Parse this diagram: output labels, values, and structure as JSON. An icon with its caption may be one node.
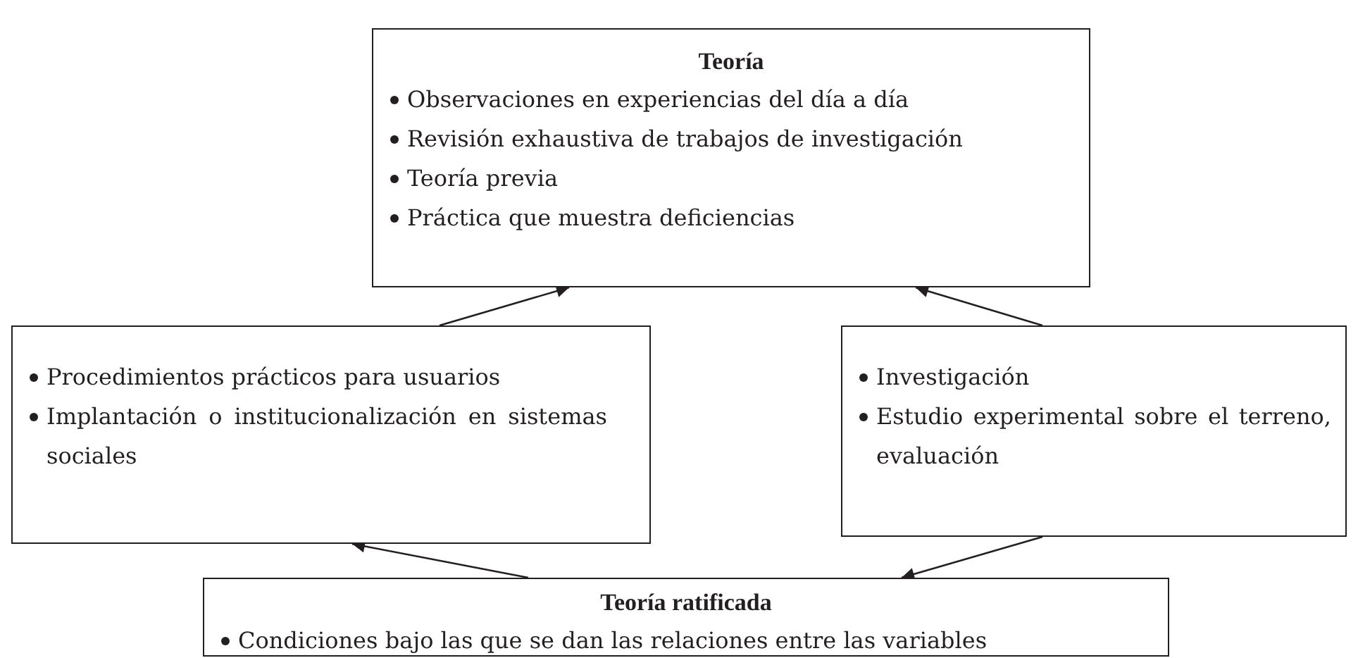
{
  "diagram": {
    "nodes": [
      {
        "text": [
          "Teoría",
          "Observaciones en experiencias del día a día",
          "Revisión exhaustiva de trabajos de investigación",
          "Teoría previa",
          "Práctica que muestra deficiencias"
        ]
      },
      {
        "text": [
          "Procedimientos prácticos para usuarios",
          "Implantación o institucionalización en sistemas sociales"
        ]
      },
      {
        "text": [
          "Investigación",
          "Estudio experimental sobre el terreno, evaluación"
        ]
      },
      {
        "text": [
          "Teoría ratificada",
          "Condiciones bajo las que se dan las relaciones entre las variables"
        ]
      }
    ],
    "edges": [
      {
        "from": 1,
        "to": 0,
        "arrow": "to"
      },
      {
        "from": 2,
        "to": 0,
        "arrow": "to"
      },
      {
        "from": 3,
        "to": 1,
        "arrow": "to"
      },
      {
        "from": 2,
        "to": 3,
        "arrow": "to"
      }
    ]
  }
}
